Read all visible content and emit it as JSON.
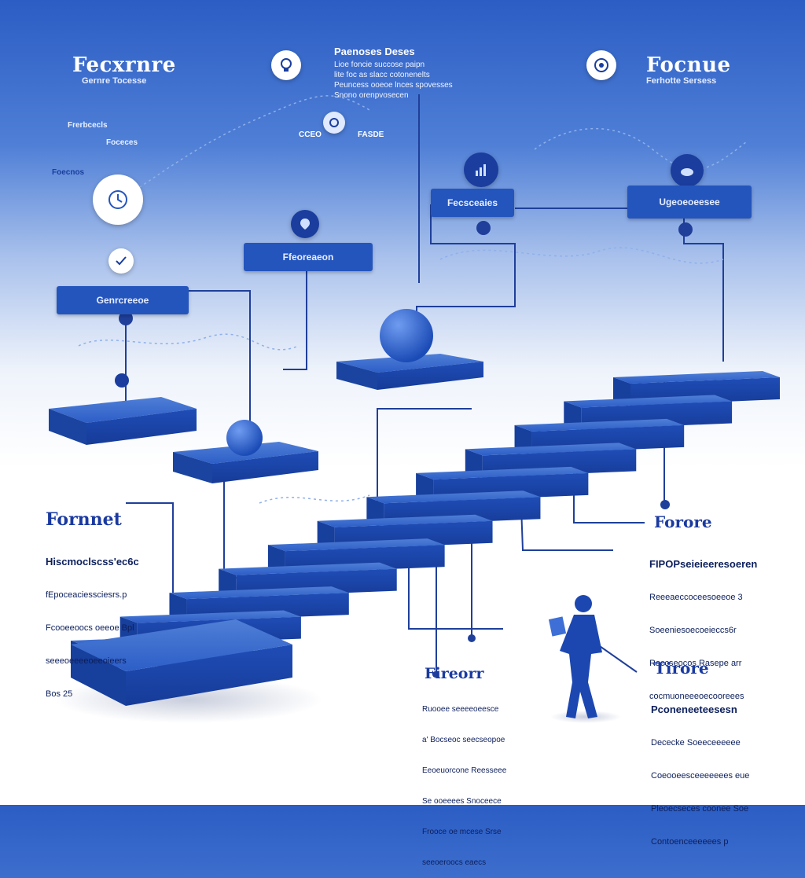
{
  "header": {
    "left_title": "Fecxrnre",
    "left_subtitle": "Gernre Tocesse",
    "center_title": "Paenoses Deses",
    "center_lines": [
      "Lioe foncie succose paipn",
      "lite foc as slacc cotonenelts",
      "Peuncess ooeoe lnces spovesses",
      "Snono orenpvosecen"
    ],
    "right_title": "Focnue",
    "right_subtitle": "Ferhotte Sersess"
  },
  "upper_labels": {
    "freiber": "Frerbcecls",
    "foceces": "Foceces",
    "forecos": "Foecnos",
    "cceo": "CCEO",
    "fasde": "FASDE"
  },
  "tags": {
    "left": "Genrcreeoe",
    "middle": "Ffeoreaeon",
    "center_right": "Fecsceaies",
    "right": "Ugeoeoeesee"
  },
  "sections": {
    "left": {
      "title": "Fornnet",
      "lines": [
        "Hiscmoclscss'ec6c",
        "fEpoceaciessciesrs.p",
        "Fcooeeoocs oeeoe Bpl",
        "seeeoeeeeoeeoieers",
        "Bos 25"
      ]
    },
    "right": {
      "title": "Forore",
      "lines": [
        "FIPOPseieieeresoeren",
        "Reeeaeccoceesoeeoe 3",
        "Soeeniesoecoeieccs6r",
        "Raccseocos Rasepe arr",
        "cocmuoneeeoecooreees"
      ]
    },
    "bottom_center": {
      "title": "Fireorr",
      "lines": [
        "Ruooee seeeeoeesce",
        "a' Bocseoc seecseopoe",
        "Eeoeuorcone Reesseee",
        "Se ooeeees Snoceece",
        "Frooce oe mcese Srse",
        "seeoeroocs eaecs"
      ]
    },
    "bottom_right": {
      "title": "Tirore",
      "lines": [
        "Pconeneeteesesn",
        "Dececke Soeeceeeeee",
        "Coeooeesceeeeeees eue",
        "Pleoecseces coonee Soe",
        "Contoenceeeeees p"
      ]
    }
  },
  "staircase": {
    "step_count": 12
  },
  "colors": {
    "primary": "#2455bd",
    "dark": "#1a3d9e",
    "deep": "#0f2a75",
    "light_step": "#4f7fd6"
  },
  "icons": [
    "lightbulb-icon",
    "target-icon",
    "gear-icon",
    "clock-icon",
    "check-icon",
    "person-icon",
    "chart-icon",
    "cloud-icon"
  ]
}
